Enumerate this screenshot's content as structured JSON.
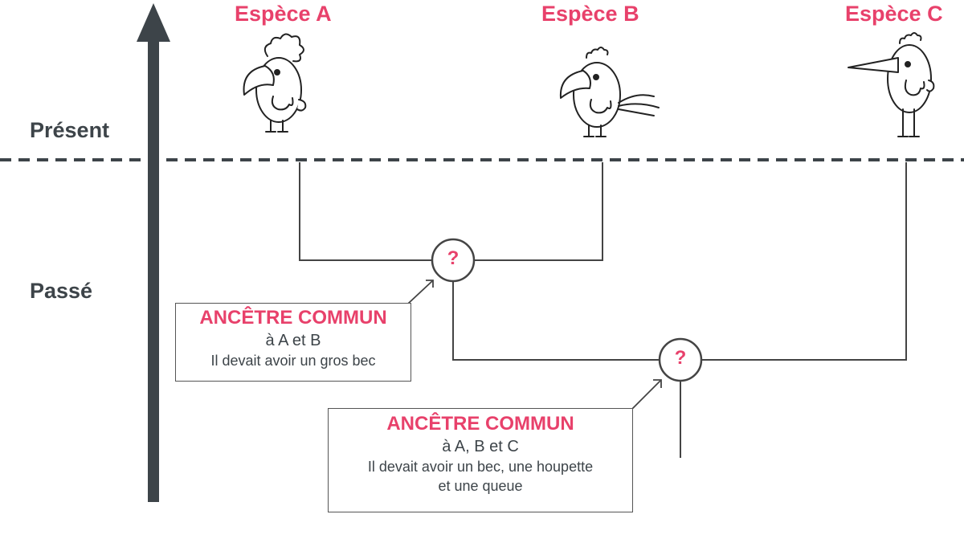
{
  "species": [
    {
      "label": "Espèce A"
    },
    {
      "label": "Espèce B"
    },
    {
      "label": "Espèce C"
    }
  ],
  "time_axis": {
    "present": "Présent",
    "past": "Passé"
  },
  "nodes": [
    {
      "symbol": "?"
    },
    {
      "symbol": "?"
    }
  ],
  "ancestors": [
    {
      "title": "ANCÊTRE COMMUN",
      "subtitle": "à A et B",
      "description": "Il devait avoir un gros bec"
    },
    {
      "title": "ANCÊTRE COMMUN",
      "subtitle": "à A, B et C",
      "description_line1": "Il devait avoir un bec, une houpette",
      "description_line2": "et une queue"
    }
  ],
  "colors": {
    "accent": "#e8416b",
    "ink": "#3d4449",
    "line": "#444444"
  },
  "icons": [
    "bird-crest-big-beak",
    "bird-big-beak-tail",
    "bird-long-beak"
  ]
}
